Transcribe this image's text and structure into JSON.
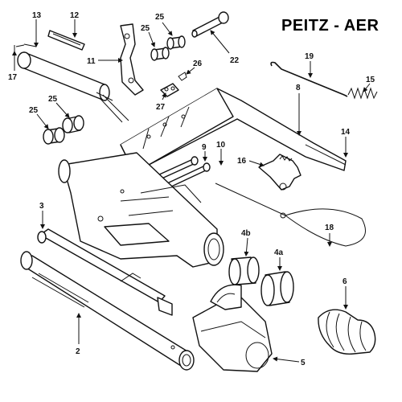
{
  "title": "PEITZ - AER",
  "labels": {
    "p13": "13",
    "p12": "12",
    "p11": "11",
    "p17": "17",
    "p25a": "25",
    "p25b": "25",
    "p25c": "25",
    "p25d": "25",
    "p22": "22",
    "p26": "26",
    "p27": "27",
    "p19": "19",
    "p15": "15",
    "p8": "8",
    "p14": "14",
    "p9": "9",
    "p10": "10",
    "p16": "16",
    "p3": "3",
    "p18": "18",
    "p4b": "4b",
    "p4a": "4a",
    "p6": "6",
    "p2": "2",
    "p5": "5"
  },
  "colors": {
    "line": "#111111",
    "background": "#ffffff"
  }
}
